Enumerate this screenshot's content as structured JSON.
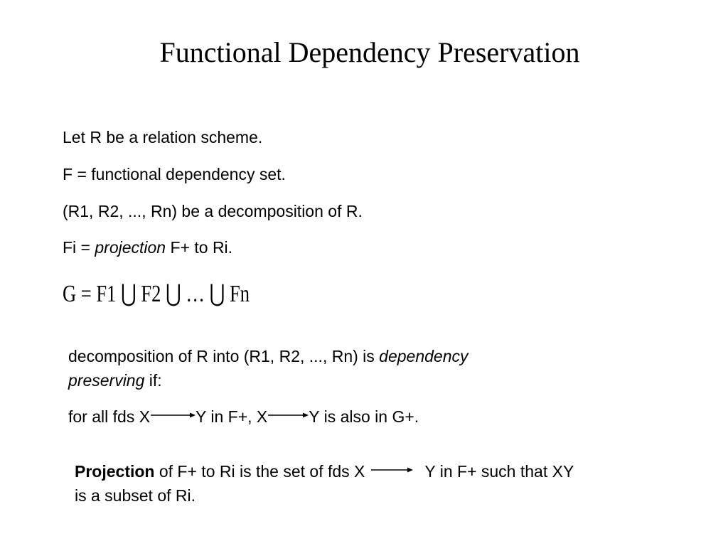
{
  "slide": {
    "title": "Functional Dependency Preservation",
    "definitions": {
      "line1": "Let R be a relation scheme.",
      "line2": "F = functional dependency set.",
      "line3": "(R1, R2, ..., Rn) be a decomposition of R.",
      "line4_prefix": "Fi = ",
      "line4_em": "projection",
      "line4_suffix": " F+ to Ri."
    },
    "formula": "G = F1 ⋃ F2 ⋃ … ⋃ Fn",
    "preserving": {
      "line1_prefix": "decomposition of R into (R1, R2, ..., Rn) is ",
      "line1_em": "dependency",
      "line2_em": "preserving",
      "line2_suffix": " if:",
      "line3_part1": "for all fds  X",
      "line3_part2": "Y in F+, X",
      "line3_part3": "Y is also in G+."
    },
    "projection_note": {
      "bold": "Projection",
      "line1_part1": " of F+ to Ri is the set of fds  X",
      "line1_part2": "Y in F+ such that XY",
      "line2": "is a subset of Ri."
    }
  }
}
